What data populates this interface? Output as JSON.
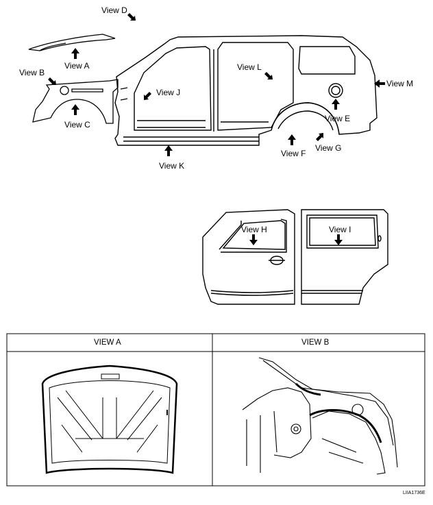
{
  "labels": {
    "view_a": "View A",
    "view_b": "View B",
    "view_c": "View C",
    "view_d": "View D",
    "view_e": "View E",
    "view_f": "View F",
    "view_g": "View G",
    "view_h": "View H",
    "view_i": "View I",
    "view_j": "View J",
    "view_k": "View K",
    "view_l": "View L",
    "view_m": "View M"
  },
  "table": {
    "headers": [
      "VIEW A",
      "VIEW B"
    ]
  },
  "figure_code": "LIIA1736E"
}
